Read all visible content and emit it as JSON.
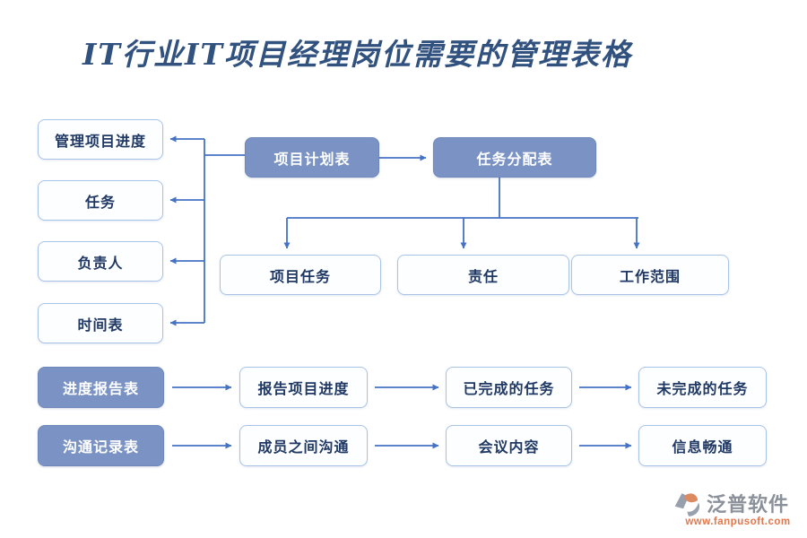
{
  "title": "IT行业IT项目经理岗位需要的管理表格",
  "colors": {
    "line": "#4472C4",
    "filled_node_bg": "#7B93C4",
    "outline_node_border": "#A9C3E6",
    "node_text_dark": "#1F3864",
    "title_text": "#31517F",
    "brand_grey": "#8B919A",
    "brand_orange": "#E4764B"
  },
  "nodes": {
    "manage_progress": "管理项目进度",
    "task": "任务",
    "owner": "负责人",
    "schedule": "时间表",
    "project_plan_table": "项目计划表",
    "task_assign_table": "任务分配表",
    "project_task": "项目任务",
    "responsibility": "责任",
    "work_scope": "工作范围",
    "progress_report_table": "进度报告表",
    "report_progress": "报告项目进度",
    "completed_tasks": "已完成的任务",
    "uncompleted_tasks": "未完成的任务",
    "comm_record_table": "沟通记录表",
    "member_comm": "成员之间沟通",
    "meeting_content": "会议内容",
    "info_flow": "信息畅通"
  },
  "footer": {
    "brand": "泛普软件",
    "url": "www.fanpusoft.com",
    "logo_icon": "fanpu-logo-icon"
  }
}
